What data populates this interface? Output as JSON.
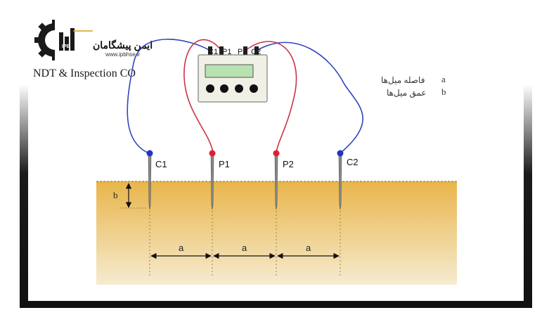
{
  "brand": {
    "name_fa": "ایمن پیشگامان",
    "url": "www.ipbhse.ir",
    "logo_letters": "IPB",
    "company": "NDT & Inspection CO"
  },
  "device": {
    "terminals": [
      "C1",
      "P1",
      "P2",
      "C2"
    ]
  },
  "electrodes": [
    {
      "label": "C1",
      "color": "#2233cc"
    },
    {
      "label": "P1",
      "color": "#dd2233"
    },
    {
      "label": "P2",
      "color": "#dd2233"
    },
    {
      "label": "C2",
      "color": "#2233cc"
    }
  ],
  "spacing_labels": [
    "a",
    "a",
    "a"
  ],
  "depth_label": "b",
  "legend": [
    {
      "key": "a",
      "text": "فاصله میل‌ها"
    },
    {
      "key": "b",
      "text": "عمق میل‌ها"
    }
  ],
  "colors": {
    "current_wire": "#3344bb",
    "potential_wire": "#cc3344",
    "soil_top": "#e8b54a",
    "soil_bottom": "#f6e8c8"
  }
}
